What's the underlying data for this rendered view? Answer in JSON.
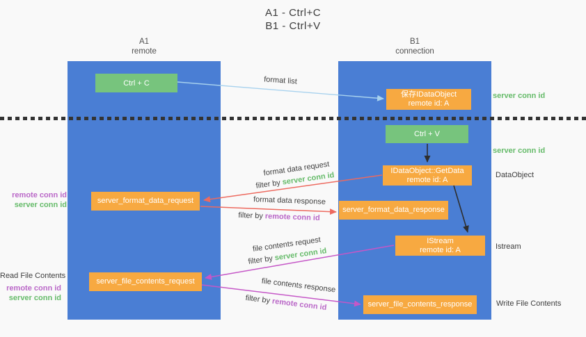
{
  "title": {
    "line1": "A1 - Ctrl+C",
    "line2": "B1 - Ctrl+V"
  },
  "columns": {
    "left": {
      "name": "A1",
      "subtitle": "remote"
    },
    "right": {
      "name": "B1",
      "subtitle": "connection"
    }
  },
  "keys": {
    "copy": "Ctrl + C",
    "paste": "Ctrl + V"
  },
  "nodes": {
    "save_idataobject": {
      "title": "保存IDataObject",
      "subtitle": "remote id: A"
    },
    "getdata": {
      "title": "IDataObject::GetData",
      "subtitle": "remote id: A"
    },
    "istream": {
      "title": "IStream",
      "subtitle": "remote id: A"
    },
    "format_request": "server_format_data_request",
    "format_response": "server_format_data_response",
    "file_request": "server_file_contents_request",
    "file_response": "server_file_contents_response"
  },
  "edge_labels": {
    "format_list": "format list",
    "format_data_request": "format data request",
    "format_data_response": "format data response",
    "file_contents_request": "file contents request",
    "file_contents_response": "file contents response",
    "filter_by": "filter by ",
    "server_conn_id": "server conn id",
    "remote_conn_id": "remote conn id"
  },
  "side_labels": {
    "server_conn_id_top": "server conn id",
    "server_conn_id_mid": "server conn id",
    "dataobject": "DataObject",
    "istream": "Istream",
    "write_file_contents": "Write File Contents",
    "read_file_contents": "Read File Contents",
    "remote_conn_id": "remote conn id",
    "server_conn_id": "server conn id"
  },
  "colors": {
    "column_blue": "#4a7ed4",
    "node_orange": "#f7a941",
    "key_green": "#77c47d",
    "green_text": "#66bb6a",
    "purple_text": "#ba68c8",
    "red_arrow": "#ed6a5f",
    "magenta_arrow": "#c557c7",
    "lightblue_arrow": "#a8d2ee",
    "black_arrow": "#2e2e2e"
  }
}
